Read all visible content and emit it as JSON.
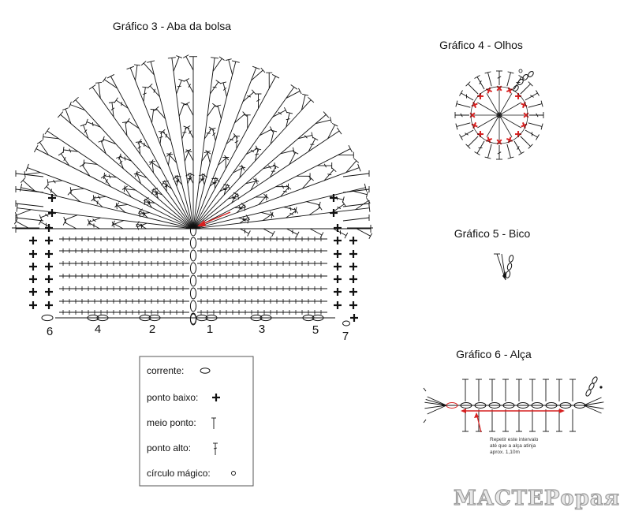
{
  "charts": {
    "g3": {
      "title": "Gráfico 3 - Aba da bolsa",
      "row_numbers": [
        "6",
        "4",
        "2",
        "1",
        "3",
        "5",
        "7"
      ]
    },
    "g4": {
      "title": "Gráfico 4 - Olhos"
    },
    "g5": {
      "title": "Gráfico 5 - Bico"
    },
    "g6": {
      "title": "Gráfico 6 - Alça",
      "note_lines": [
        "Repetir este intervalo",
        "até que a alça atinja",
        "aprox. 1,10m"
      ]
    }
  },
  "legend": {
    "items": [
      {
        "label": "corrente:",
        "symbol": "chain"
      },
      {
        "label": "ponto baixo:",
        "symbol": "single-crochet"
      },
      {
        "label": "meio ponto:",
        "symbol": "half-double"
      },
      {
        "label": "ponto alto:",
        "symbol": "double-crochet"
      },
      {
        "label": "círculo mágico:",
        "symbol": "magic-ring"
      }
    ]
  },
  "colors": {
    "ink": "#111111",
    "accent": "#d62020"
  },
  "watermark": "МАСТЕРорая"
}
